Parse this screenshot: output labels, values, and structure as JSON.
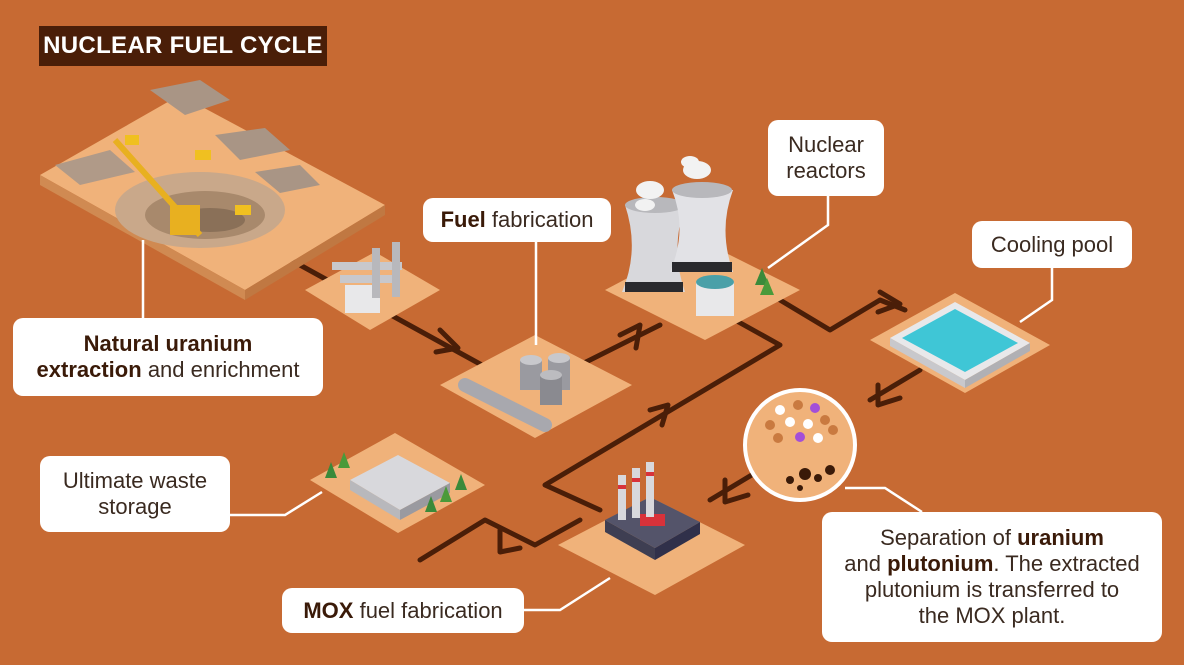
{
  "title": "NUCLEAR FUEL CYCLE",
  "labels": {
    "extraction": {
      "bold": "Natural uranium",
      "bold2": "extraction",
      "rest": "and enrichment"
    },
    "fuel_fabrication": {
      "bold": "Fuel",
      "rest": "fabrication"
    },
    "reactors": {
      "line1": "Nuclear",
      "line2": "reactors"
    },
    "cooling_pool": {
      "text": "Cooling pool"
    },
    "waste_storage": {
      "line1": "Ultimate waste",
      "line2": "storage"
    },
    "mox": {
      "bold": "MOX",
      "rest": "fuel fabrication"
    },
    "separation": {
      "t1": "Separation of",
      "b1": "uranium",
      "t2": "and",
      "b2": "plutonium",
      "t3": ". The extracted",
      "line3": "plutonium is transferred to",
      "line4": "the MOX plant."
    }
  },
  "colors": {
    "background": "#c76a33",
    "tile": "#f0b27a",
    "arrow": "#4a1e08",
    "title_bg": "#4a1e08",
    "water": "#3fc6d6"
  }
}
